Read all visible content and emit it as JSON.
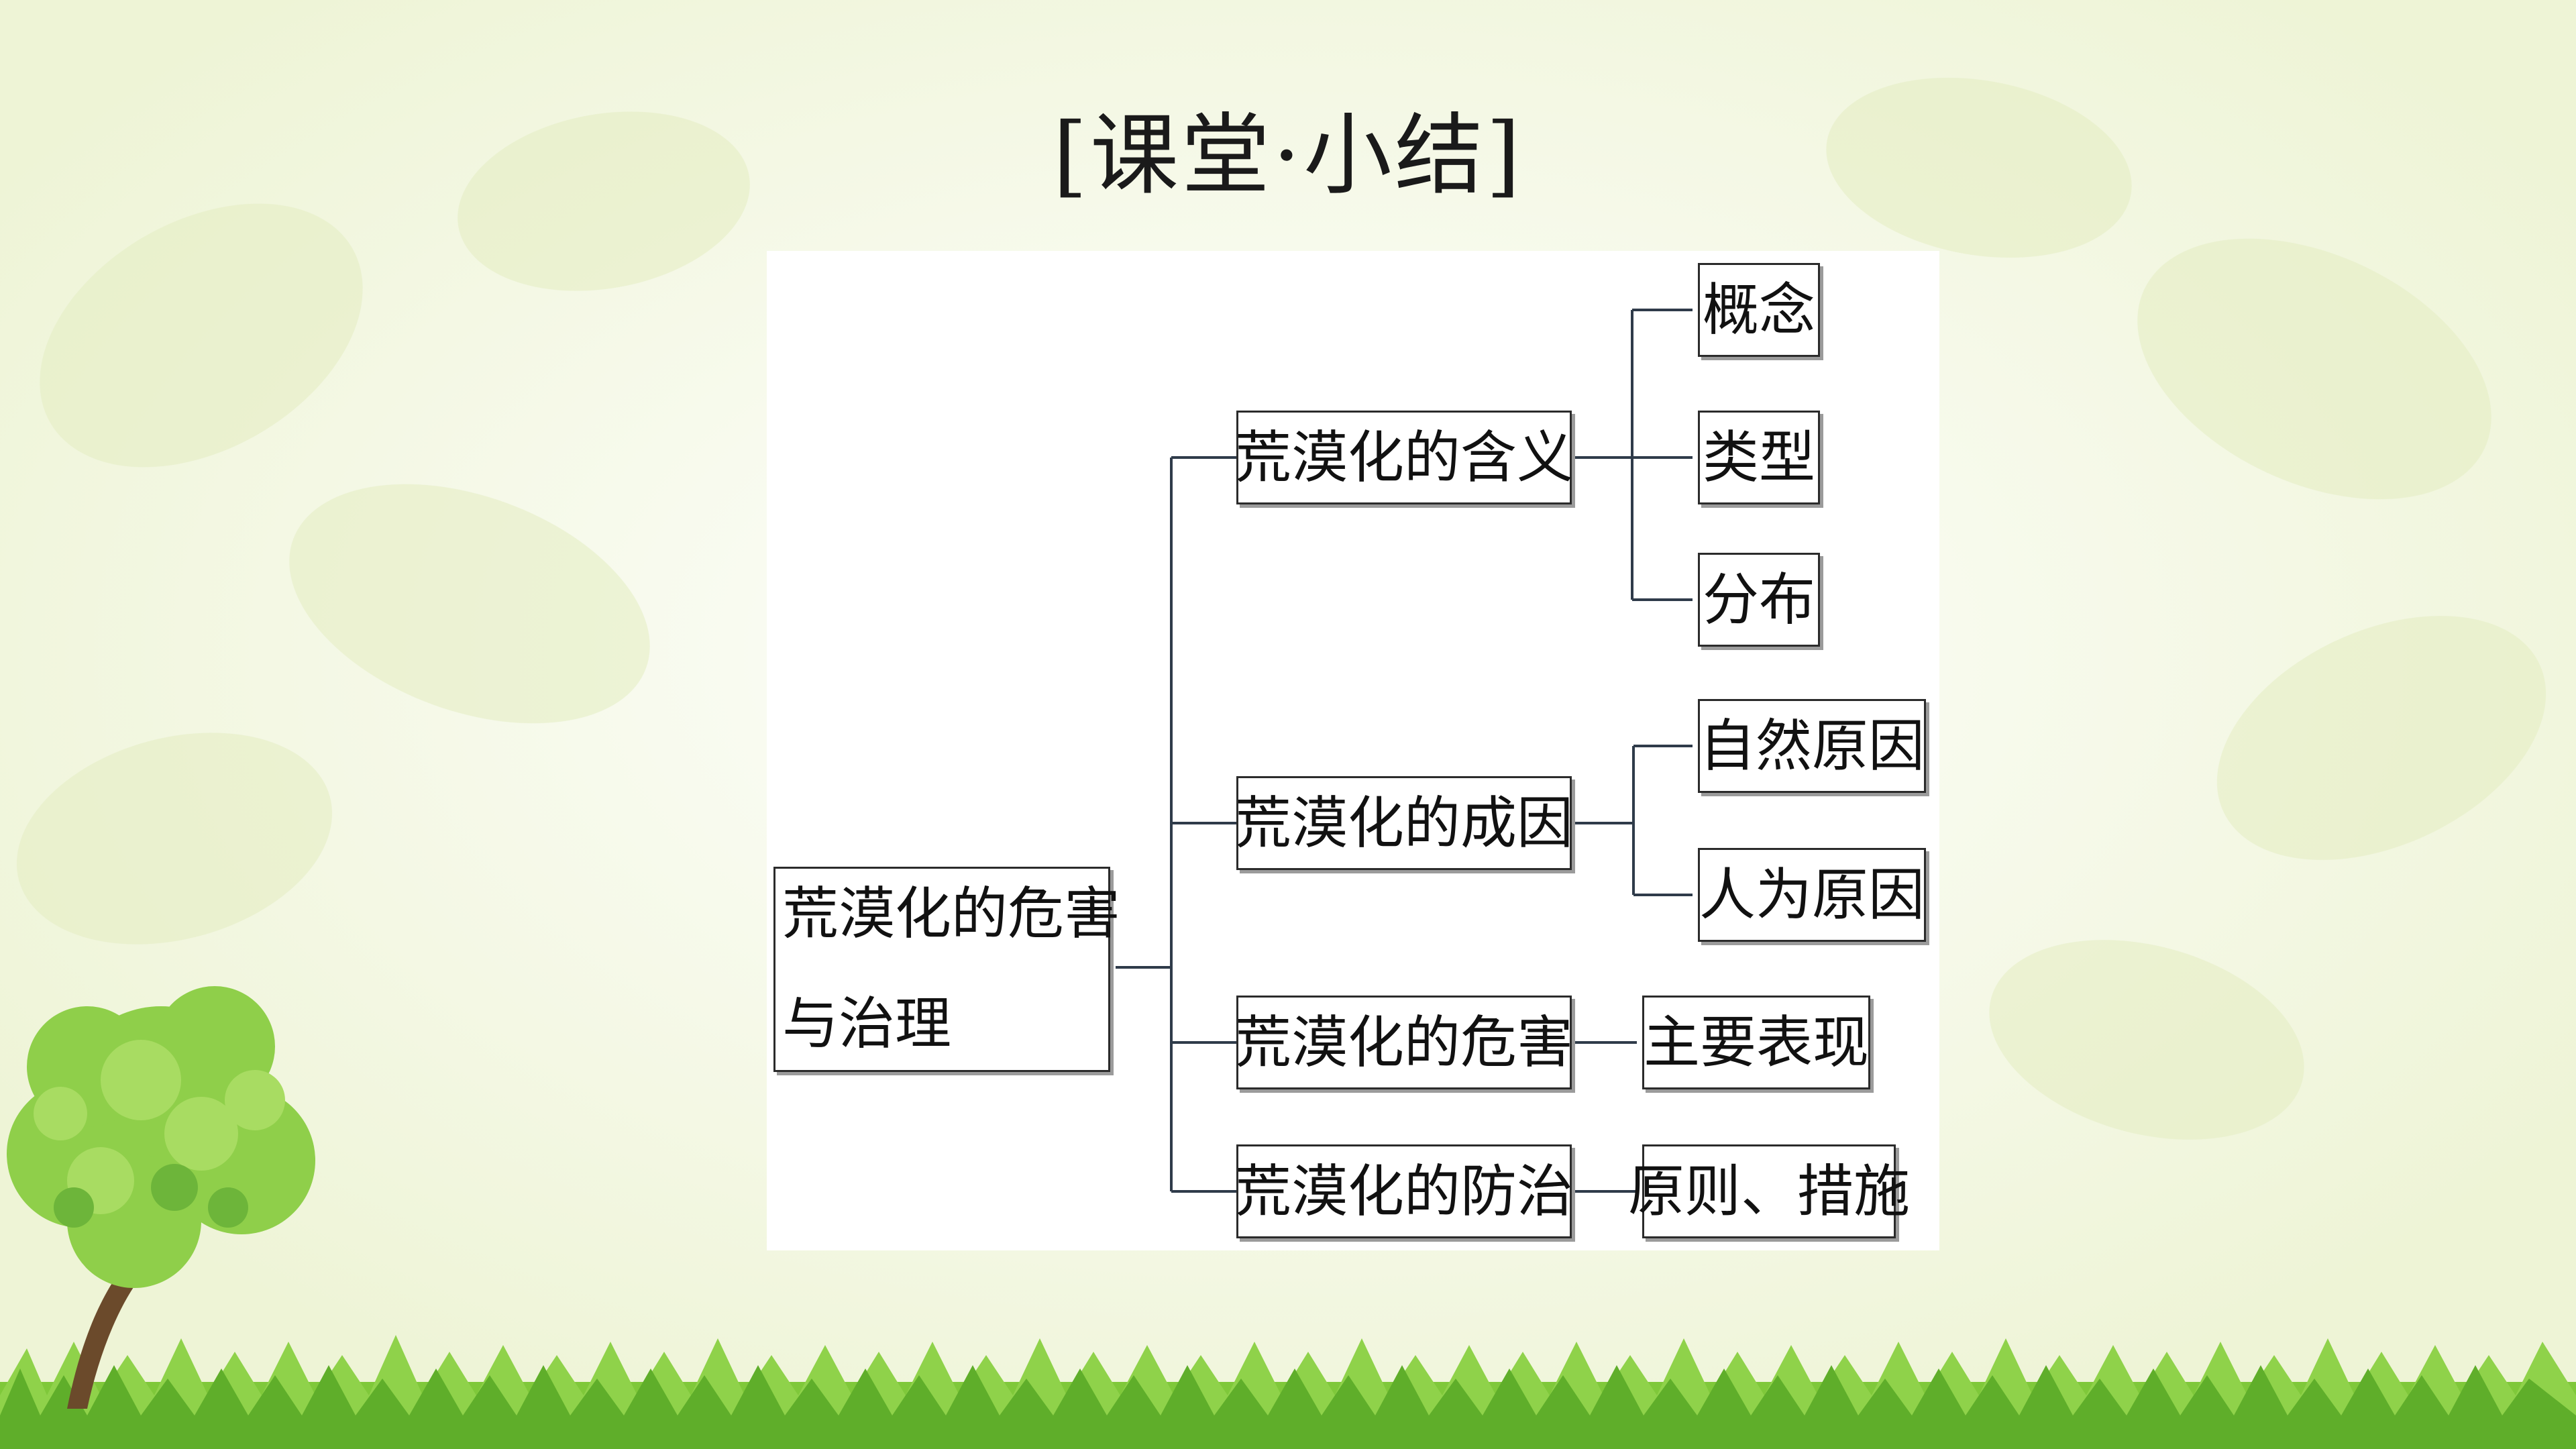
{
  "title": "[课堂·小结]",
  "diagram": {
    "root": {
      "line1": "荒漠化的危害",
      "line2": "与治理"
    },
    "branches": [
      {
        "label": "荒漠化的含义",
        "children": [
          "概念",
          "类型",
          "分布"
        ]
      },
      {
        "label": "荒漠化的成因",
        "children": [
          "自然原因",
          "人为原因"
        ]
      },
      {
        "label": "荒漠化的危害",
        "children": [
          "主要表现"
        ]
      },
      {
        "label": "荒漠化的防治",
        "children": [
          "原则、措施"
        ]
      }
    ]
  },
  "colors": {
    "background": "#f6f9e6",
    "grass": "#7fc83a",
    "tree_leaves": "#8fcf4a",
    "tree_trunk": "#6b4a2b",
    "connector": "#2f3b4a"
  }
}
